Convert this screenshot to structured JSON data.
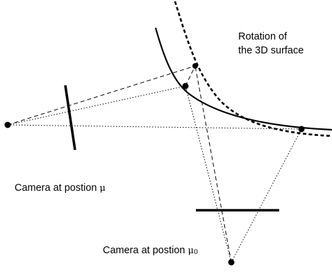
{
  "labels": {
    "rotation_line1": "Rotation of",
    "rotation_line2": "the 3D surface",
    "camera_mu_prefix": "Camera at postion ",
    "camera_mu_symbol": "μ",
    "camera_mu0_prefix": "Camera at postion ",
    "camera_mu0_symbol": "μ",
    "camera_mu0_subscript": "0"
  },
  "colors": {
    "ink": "#000000",
    "background": "#ffffff"
  }
}
